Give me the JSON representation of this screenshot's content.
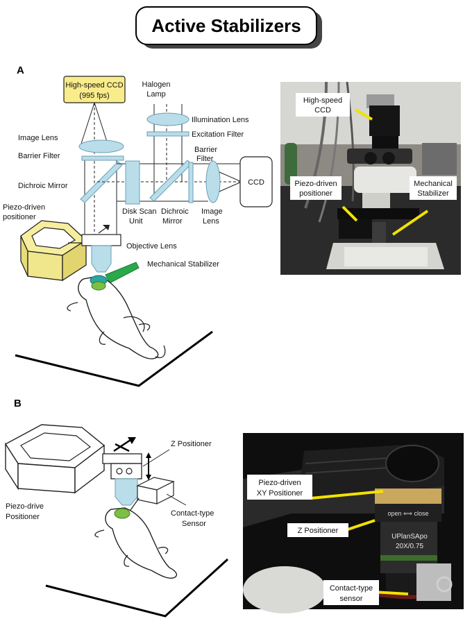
{
  "title": "Active Stabilizers",
  "panel_a": {
    "letter": "A",
    "ccd_top_line1": "High-speed CCD",
    "ccd_top_line2": "(995 fps)",
    "halogen_line1": "Halogen",
    "halogen_line2": "Lamp",
    "illumination_lens": "Illumination Lens",
    "excitation_filter": "Excitation Filter",
    "image_lens_left": "Image Lens",
    "barrier_filter_left": "Barrier Filter",
    "barrier_filter_right_line1": "Barrier",
    "barrier_filter_right_line2": "Filter",
    "dichroic_mirror_left": "Dichroic Mirror",
    "ccd_right": "CCD",
    "piezo_line1": "Piezo-driven",
    "piezo_line2": "positioner",
    "disk_scan_line1": "Disk Scan",
    "disk_scan_line2": "Unit",
    "dichroic_mirror_mid_line1": "Dichroic",
    "dichroic_mirror_mid_line2": "Mirror",
    "image_lens_right_line1": "Image",
    "image_lens_right_line2": "Lens",
    "objective_lens": "Objective Lens",
    "mechanical_stabilizer": "Mechanical Stabilizer",
    "photo": {
      "ccd_line1": "High-speed",
      "ccd_line2": "CCD",
      "piezo_line1": "Piezo-driven",
      "piezo_line2": "positioner",
      "mech_line1": "Mechanical",
      "mech_line2": "Stabilizer"
    }
  },
  "panel_b": {
    "letter": "B",
    "z_positioner": "Z Positioner",
    "piezo_line1": "Piezo-drive",
    "piezo_line2": "Positioner",
    "sensor_line1": "Contact-type",
    "sensor_line2": "Sensor",
    "photo": {
      "xy_line1": "Piezo-driven",
      "xy_line2": "XY Positioner",
      "z_positioner": "Z Positioner",
      "sensor_line1": "Contact-type",
      "sensor_line2": "sensor",
      "lens_brand": "UPlanSApo",
      "lens_mag": "20X/0.75",
      "ring_text": "open ⟺ close"
    }
  },
  "colors": {
    "ccd_box_fill": "#f9ec8a",
    "optic_fill": "#b9dde9",
    "optic_stroke": "#6a9fb5",
    "piezo_fill": "#f6ee9e",
    "stabilizer_green": "#2ba84a",
    "mouse_head_teal": "#2aa6a0",
    "leader_yellow": "#f2e200"
  }
}
